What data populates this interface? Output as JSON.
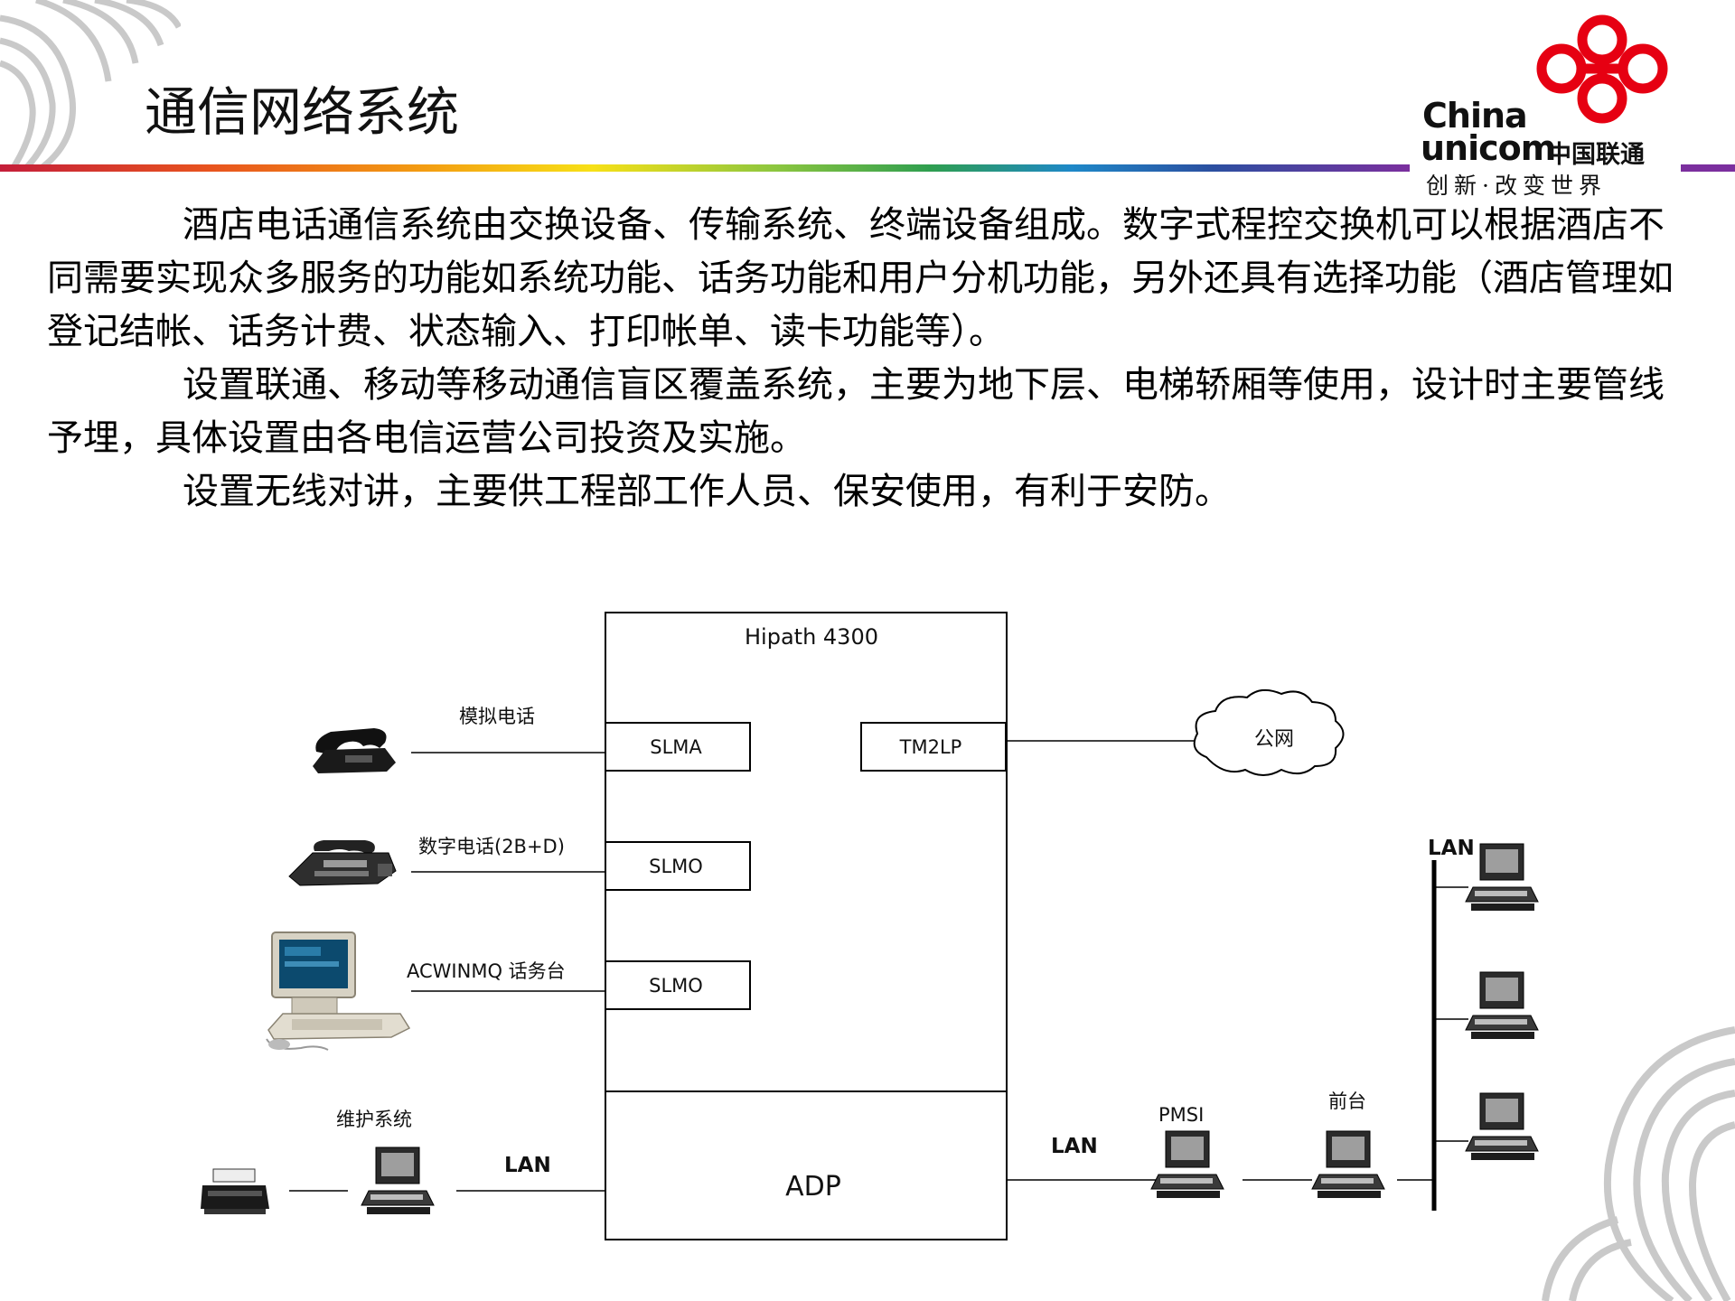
{
  "slide": {
    "title": "通信网络系统",
    "rainbow_colors": [
      "#c41e3a",
      "#e8541e",
      "#f39c12",
      "#f7e017",
      "#8cc63f",
      "#2e9e4f",
      "#1e88c8",
      "#2b4fa0",
      "#7b2f9e"
    ]
  },
  "logo": {
    "china": "China",
    "unicom": "unicom",
    "cn_name": "中国联通",
    "slogan": "创新·改变世界",
    "knot_color": "#e60012"
  },
  "body": {
    "paragraphs": [
      "酒店电话通信系统由交换设备、传输系统、终端设备组成。数字式程控交换机可以根据酒店不同需要实现众多服务的功能如系统功能、话务功能和用户分机功能，另外还具有选择功能（酒店管理如登记结帐、话务计费、状态输入、打印帐单、读卡功能等）。",
      "设置联通、移动等移动通信盲区覆盖系统，主要为地下层、电梯轿厢等使用，设计时主要管线予埋，具体设置由各电信运营公司投资及实施。",
      "设置无线对讲，主要供工程部工作人员、保安使用，有利于安防。"
    ]
  },
  "diagram": {
    "main_box": "Hipath 4300",
    "adp": "ADP",
    "modules": {
      "slma": "SLMA",
      "slmo1": "SLMO",
      "slmo2": "SLMO",
      "tm2lp": "TM2LP"
    },
    "labels": {
      "analog_phone": "模拟电话",
      "digital_phone": "数字电话(2B+D)",
      "console": "ACWINMQ 话务台",
      "public_net": "公网",
      "maintenance": "维护系统",
      "lan_left": "LAN",
      "lan_mid": "LAN",
      "lan_right": "LAN",
      "pmsi": "PMSI",
      "front_desk": "前台"
    }
  }
}
